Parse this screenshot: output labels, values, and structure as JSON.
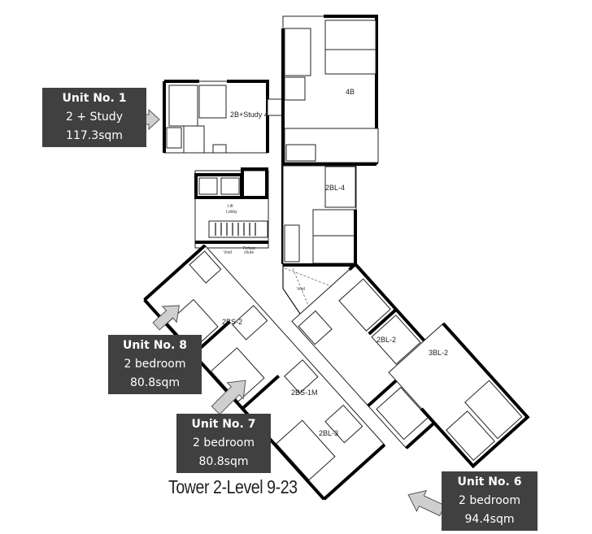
{
  "plan": {
    "title": "Tower 2-Level 9-23",
    "room_labels": {
      "unit_2b_study": "2B+Study 4",
      "unit_4b": "4B",
      "unit_2bl_4": "2BL-4",
      "lift": "Lift",
      "lobby": "Lobby",
      "void_small": "Void",
      "refuse": "Refuse",
      "chute": "chute",
      "void_large": "Void",
      "unit_2bs_2": "2BS-2",
      "unit_2bs_1m": "2BS-1M",
      "unit_2bl_2": "2BL-2",
      "unit_3bl_2": "3BL-2",
      "unit_2bl_3": "2BL-3"
    }
  },
  "callouts": [
    {
      "title": "Unit No. 1",
      "type": "2 + Study",
      "area": "117.3sqm"
    },
    {
      "title": "Unit No. 8",
      "type": "2 bedroom",
      "area": "80.8sqm"
    },
    {
      "title": "Unit No. 7",
      "type": "2 bedroom",
      "area": "80.8sqm"
    },
    {
      "title": "Unit No. 6",
      "type": "2 bedroom",
      "area": "94.4sqm"
    }
  ],
  "colors": {
    "callout_bg": "#404040",
    "arrow_fill": "#cfcfcf"
  }
}
